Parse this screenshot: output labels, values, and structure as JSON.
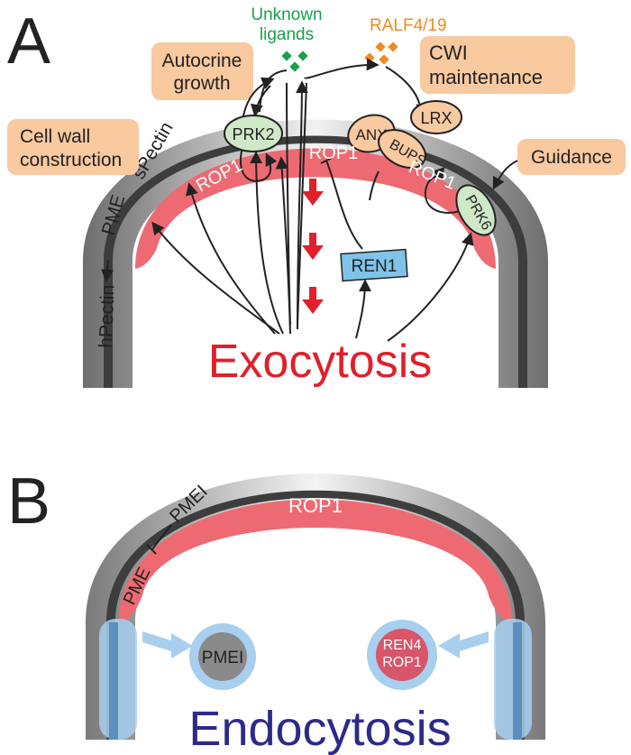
{
  "panel_a": {
    "letter": "A",
    "labels": {
      "unknown_ligands_line1": "Unknown",
      "unknown_ligands_line2": "ligands",
      "ralf": "RALF4/19",
      "autocrine_line1": "Autocrine",
      "autocrine_line2": "growth",
      "cwi_line1": "CWI",
      "cwi_line2": "maintenance",
      "cell_wall_line1": "Cell wall",
      "cell_wall_line2": "construction",
      "guidance": "Guidance",
      "prk2": "PRK2",
      "anx": "ANX",
      "bups": "BUPS",
      "lrx": "LRX",
      "prk6": "PRK6",
      "rop1_left": "ROP1",
      "rop1_center": "ROP1",
      "rop1_right": "ROP1",
      "ren1": "REN1",
      "spectin": "sPectin",
      "pme": "PME",
      "hpectin": "hPectin",
      "exocytosis": "Exocytosis"
    }
  },
  "panel_b": {
    "letter": "B",
    "labels": {
      "rop1": "ROP1",
      "pme": "PME",
      "pmei_wall": "PMEI",
      "pmei_vesicle": "PMEI",
      "ren4": "REN4",
      "rop1_vesicle": "ROP1",
      "endocytosis": "Endocytosis"
    }
  },
  "colors": {
    "wall_dark": "#3d3d3d",
    "rop_pink": "#ee6a72",
    "label_box": "#f9c9a0",
    "prk_green": "#cfe8c8",
    "anx_orange": "#f9c9a0",
    "ren_blue": "#7fc4e8",
    "ligand_green": "#19a04a",
    "ralf_orange": "#f08a1f",
    "exo_red": "#e0202a",
    "endo_navy": "#2e2a8a",
    "endo_blue": "#a8cfee"
  }
}
